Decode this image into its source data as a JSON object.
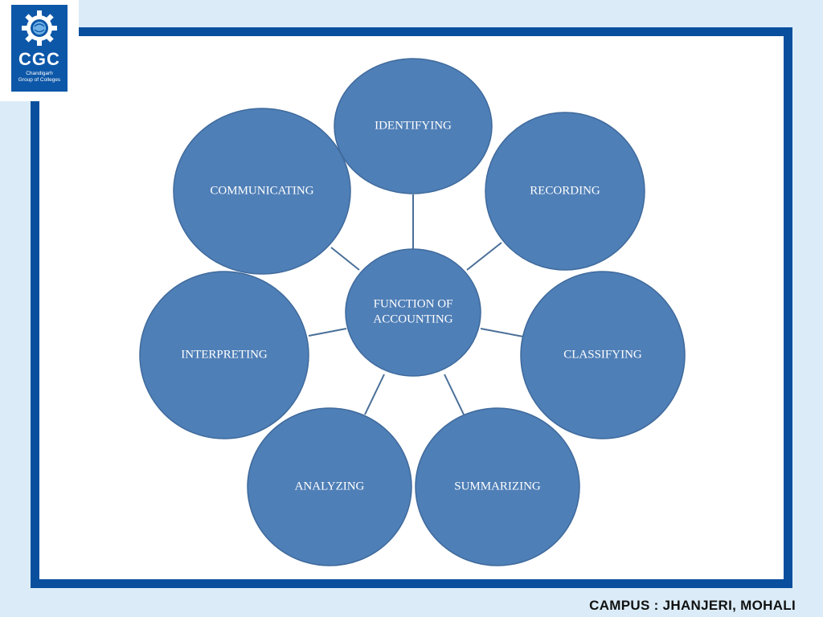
{
  "logo": {
    "title": "CGC",
    "subtitle_line1": "Chandigarh",
    "subtitle_line2": "Group of Colleges",
    "icon": "gear-globe-icon"
  },
  "diagram": {
    "center": {
      "label_line1": "FUNCTION OF",
      "label_line2": "ACCOUNTING"
    },
    "nodes": [
      {
        "label": "IDENTIFYING"
      },
      {
        "label": "RECORDING"
      },
      {
        "label": "CLASSIFYING"
      },
      {
        "label": "SUMMARIZING"
      },
      {
        "label": "ANALYZING"
      },
      {
        "label": "INTERPRETING"
      },
      {
        "label": "COMMUNICATING"
      }
    ],
    "colors": {
      "circle_fill": "#4f7fb7",
      "circle_stroke": "#3f6a9c",
      "connector": "#4a6f98"
    }
  },
  "footer": {
    "campus": "CAMPUS : JHANJERI, MOHALI"
  },
  "colors": {
    "frame": "#0a4f9e",
    "background": "#dbecf8"
  }
}
